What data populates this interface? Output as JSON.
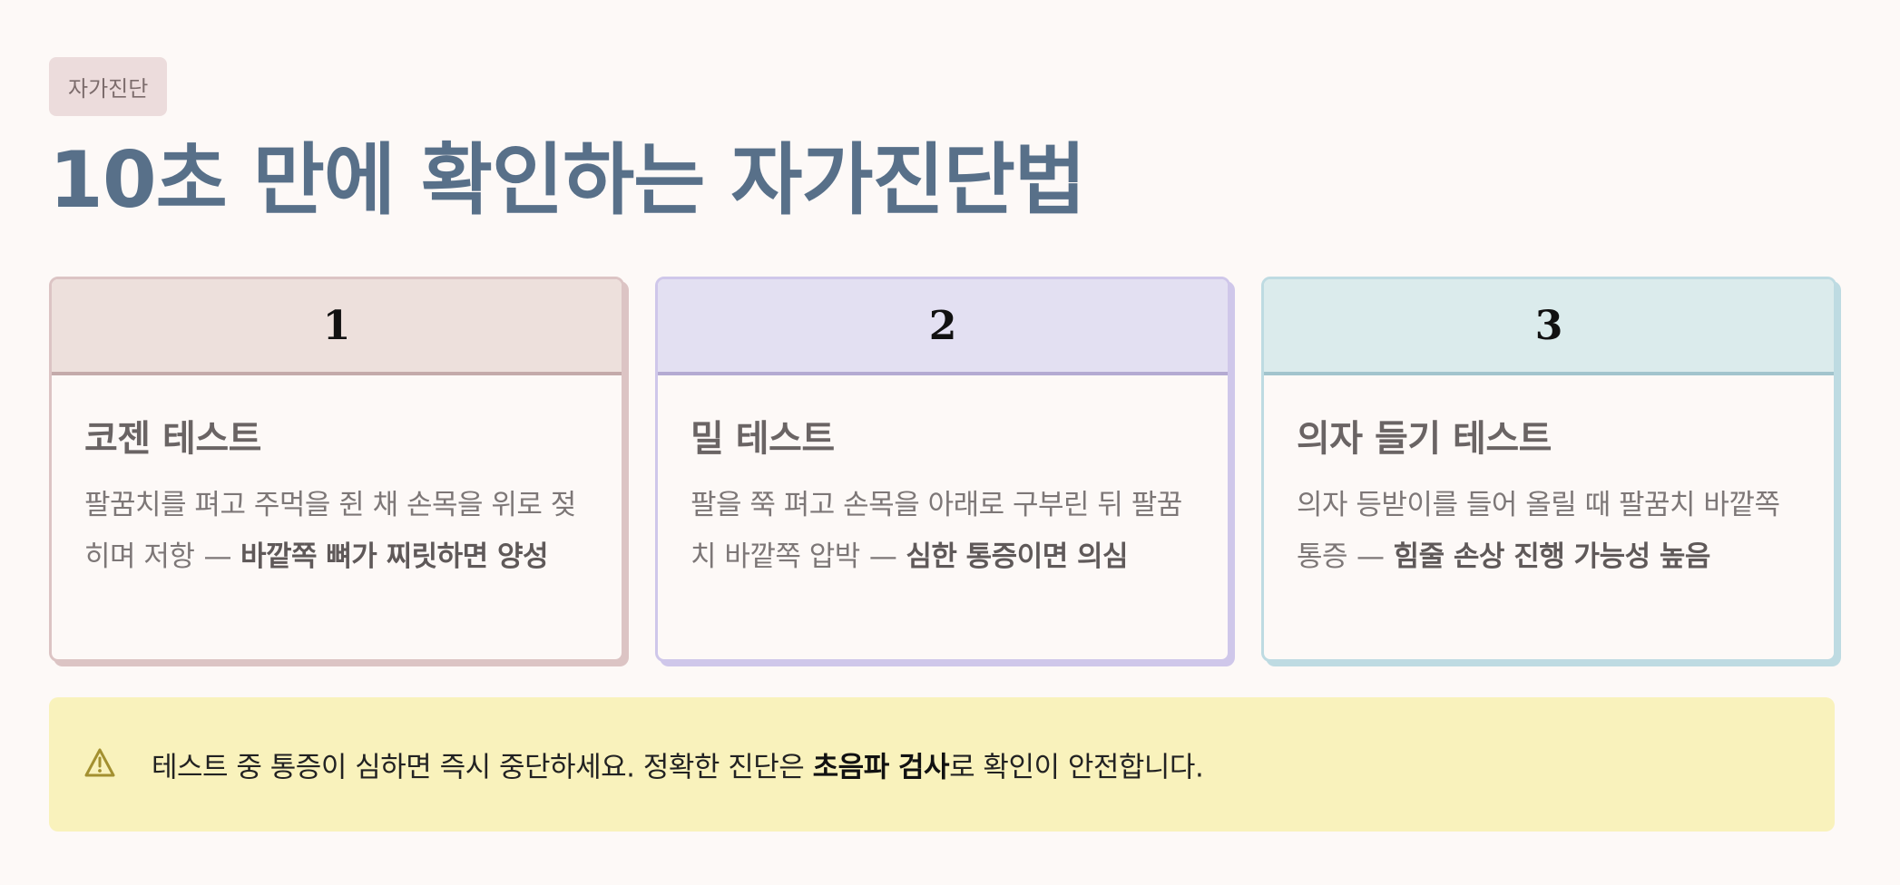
{
  "badge": "자가진단",
  "title": "10초 만에 확인하는 자가진단법",
  "cards": [
    {
      "number": "1",
      "title": "코젠 테스트",
      "desc": "팔꿈치를 펴고 주먹을 쥔 채 손목을 위로 젖히며 저항",
      "dash": "—",
      "result": "바깥쪽 뼈가 찌릿하면 양성"
    },
    {
      "number": "2",
      "title": "밀 테스트",
      "desc": "팔을 쭉 펴고 손목을 아래로 구부린 뒤 팔꿈치 바깥쪽 압박",
      "dash": "—",
      "result": "심한 통증이면 의심"
    },
    {
      "number": "3",
      "title": "의자 들기 테스트",
      "desc": "의자 등받이를 들어 올릴 때 팔꿈치 바깥쪽 통증",
      "dash": "—",
      "result": "힘줄 손상 진행 가능성 높음"
    }
  ],
  "alert": {
    "icon": "warning-icon",
    "text_before": "테스트 중 통증이 심하면 즉시 중단하세요. 정확한 진단은 ",
    "text_bold": "초음파 검사",
    "text_after": "로 확인이 안전합니다."
  },
  "colors": {
    "title": "#587089",
    "card1_border": "#dcc4c4",
    "card2_border": "#cfc7ea",
    "card3_border": "#bedbe2",
    "alert_bg": "#f9f2bc",
    "warning_icon": "#a39030"
  }
}
